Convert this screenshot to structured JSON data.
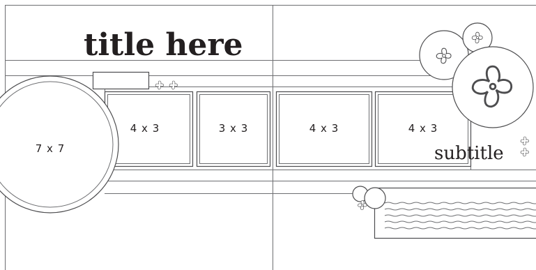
{
  "title": "title here",
  "subtitle": "subtitle",
  "photos": [
    {
      "label": "7 x 7"
    },
    {
      "label": "4 x 3"
    },
    {
      "label": "3 x 3"
    },
    {
      "label": "4 x 3"
    },
    {
      "label": "4 x 3"
    }
  ],
  "icons": {
    "flower": "flower-icon"
  }
}
